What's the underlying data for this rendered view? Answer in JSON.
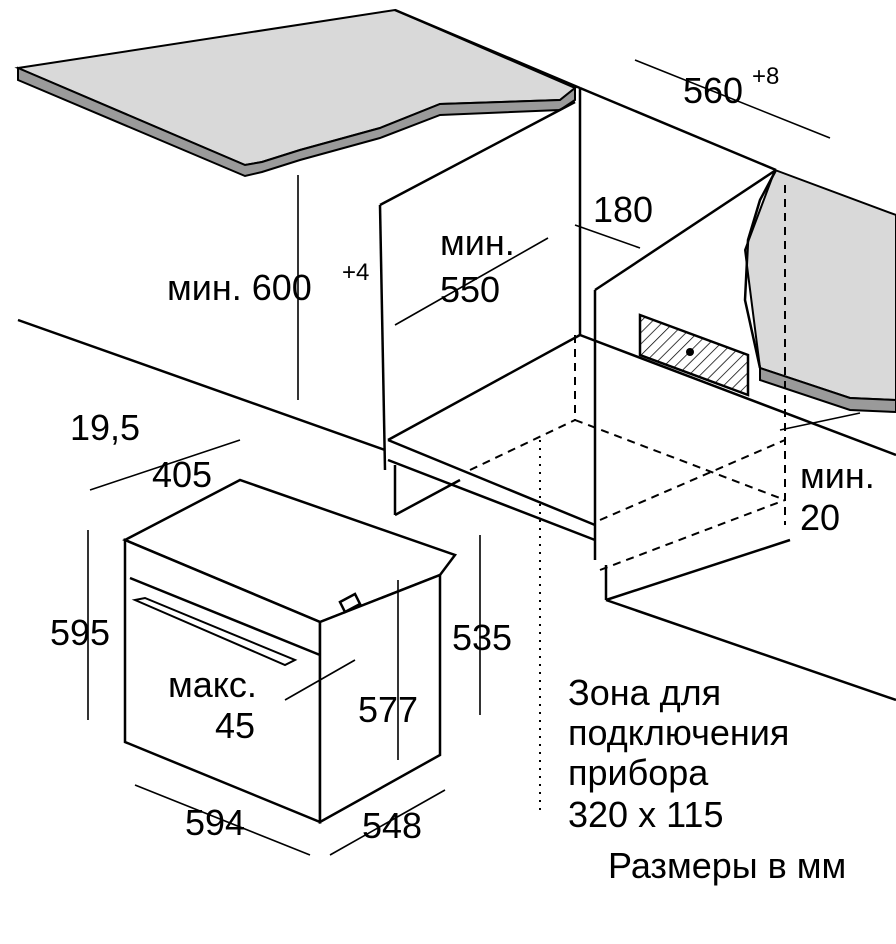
{
  "colors": {
    "countertop": "#d9d9d9",
    "countertop_edge": "#9a9a9a",
    "wall": "#d9d9d9"
  },
  "labels": {
    "niche_width": "560",
    "niche_width_tol": "+8",
    "vent_offset": "180",
    "depth_min_prefix": "мин.",
    "depth_min": "550",
    "height_min": "мин. 600",
    "height_min_tol": "+4",
    "front_panel": "19,5",
    "front_depth": "405",
    "gap_min_prefix": "мин.",
    "gap_min": "20",
    "oven_height": "595",
    "body_height": "535",
    "handle_max_prefix": "макс.",
    "handle_max": "45",
    "inner_height": "577",
    "oven_width": "594",
    "oven_depth": "548",
    "zone_line1": "Зона для",
    "zone_line2": "подключения",
    "zone_line3": "прибора",
    "zone_size": "320 x 115",
    "units": "Размеры в мм"
  }
}
